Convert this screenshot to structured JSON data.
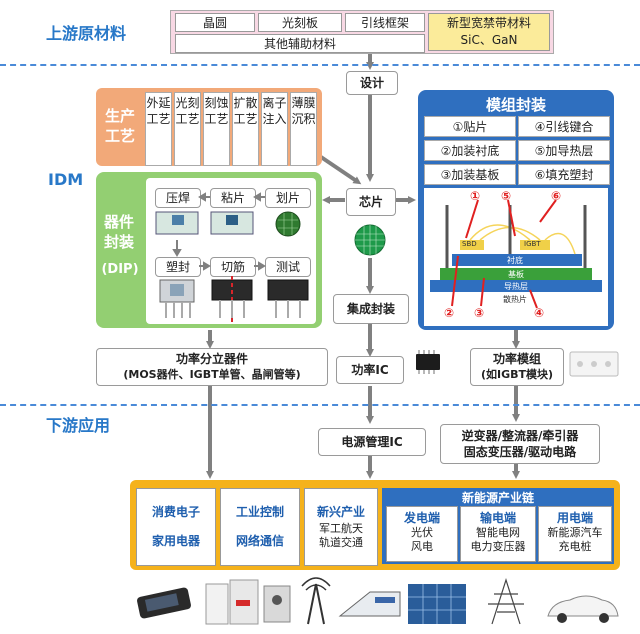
{
  "sections": {
    "upstream": "上游原材料",
    "idm": "IDM",
    "downstream": "下游应用"
  },
  "materials": {
    "items": [
      "晶圆",
      "光刻板",
      "引线框架"
    ],
    "other": "其他辅助材料",
    "wide_title": "新型宽禁带材料",
    "wide_sub": "SiC、GaN"
  },
  "design": "设计",
  "process": {
    "title": "生产工艺",
    "steps": [
      "外延工艺",
      "光刻工艺",
      "刻蚀工艺",
      "扩散工艺",
      "离子注入",
      "薄膜沉积"
    ]
  },
  "chip": "芯片",
  "device_pkg": {
    "title": "器件封装",
    "sub": "(DIP)",
    "steps": [
      "压焊",
      "粘片",
      "划片",
      "塑封",
      "切筋",
      "测试"
    ]
  },
  "ic_pkg": "集成封装",
  "module_pkg": {
    "title": "模组封装",
    "items": [
      "①贴片",
      "④引线键合",
      "②加装衬底",
      "⑤加导热层",
      "③加装基板",
      "⑥填充塑封"
    ],
    "markers": [
      "①",
      "⑤",
      "⑥",
      "②",
      "③",
      "④"
    ],
    "layers": {
      "sbd": "SBD",
      "igbt": "IGBT",
      "substrate": "衬底",
      "base": "基板",
      "thermal": "导热层",
      "heatsink": "散热片"
    }
  },
  "products": {
    "discrete_title": "功率分立器件",
    "discrete_sub": "(MOS器件、IGBT单管、晶闸管等)",
    "ic": "功率IC",
    "module_title": "功率模组",
    "module_sub": "(如IGBT模块)"
  },
  "mid": {
    "pmic": "电源管理IC",
    "inverter1": "逆变器/整流器/牵引器",
    "inverter2": "固态变压器/驱动电路"
  },
  "apps": {
    "consumer": "消费电子",
    "home": "家用电器",
    "industrial": "工业控制",
    "network": "网络通信",
    "emerging_title": "新兴产业",
    "emerging_1": "军工航天",
    "emerging_2": "轨道交通",
    "ne_title": "新能源产业链",
    "gen_title": "发电端",
    "gen_1": "光伏",
    "gen_2": "风电",
    "trans_title": "输电端",
    "trans_1": "智能电网",
    "trans_2": "电力变压器",
    "use_title": "用电端",
    "use_1": "新能源汽车",
    "use_2": "充电桩"
  },
  "colors": {
    "accent": "#2878c8",
    "process": "#f2a979",
    "device": "#93cf72",
    "module": "#2f6fbf",
    "apps_frame": "#f5b21b",
    "arrow": "#808080"
  }
}
